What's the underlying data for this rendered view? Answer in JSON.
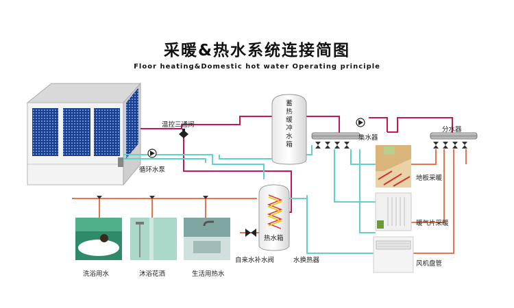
{
  "title": "采暖&热水系统连接简图",
  "subtitle": "Floor heating&Domestic hot water Operating principle",
  "labels": {
    "three_way_valve": "温控三通阀",
    "circulation_pump": "循环水泵",
    "buffer_tank": "蓄热缓冲水箱",
    "water_collector": "集水器",
    "water_distributor": "分水器",
    "floor_heating": "地板采暖",
    "radiator_heating": "暖气片采暖",
    "fan_coil": "风机盘管",
    "hot_water_tank": "热水箱",
    "makeup_valve": "自来水补水阀",
    "heat_exchanger": "水换热器",
    "bath_water": "洗浴用水",
    "shower": "沐浴花洒",
    "domestic_hot_water": "生活用热水"
  },
  "colors": {
    "hot_pipe": "#c2185b",
    "cold_pipe": "#5fd3c8",
    "branch_pipe": "#e8744a",
    "coil": "#e53935"
  }
}
